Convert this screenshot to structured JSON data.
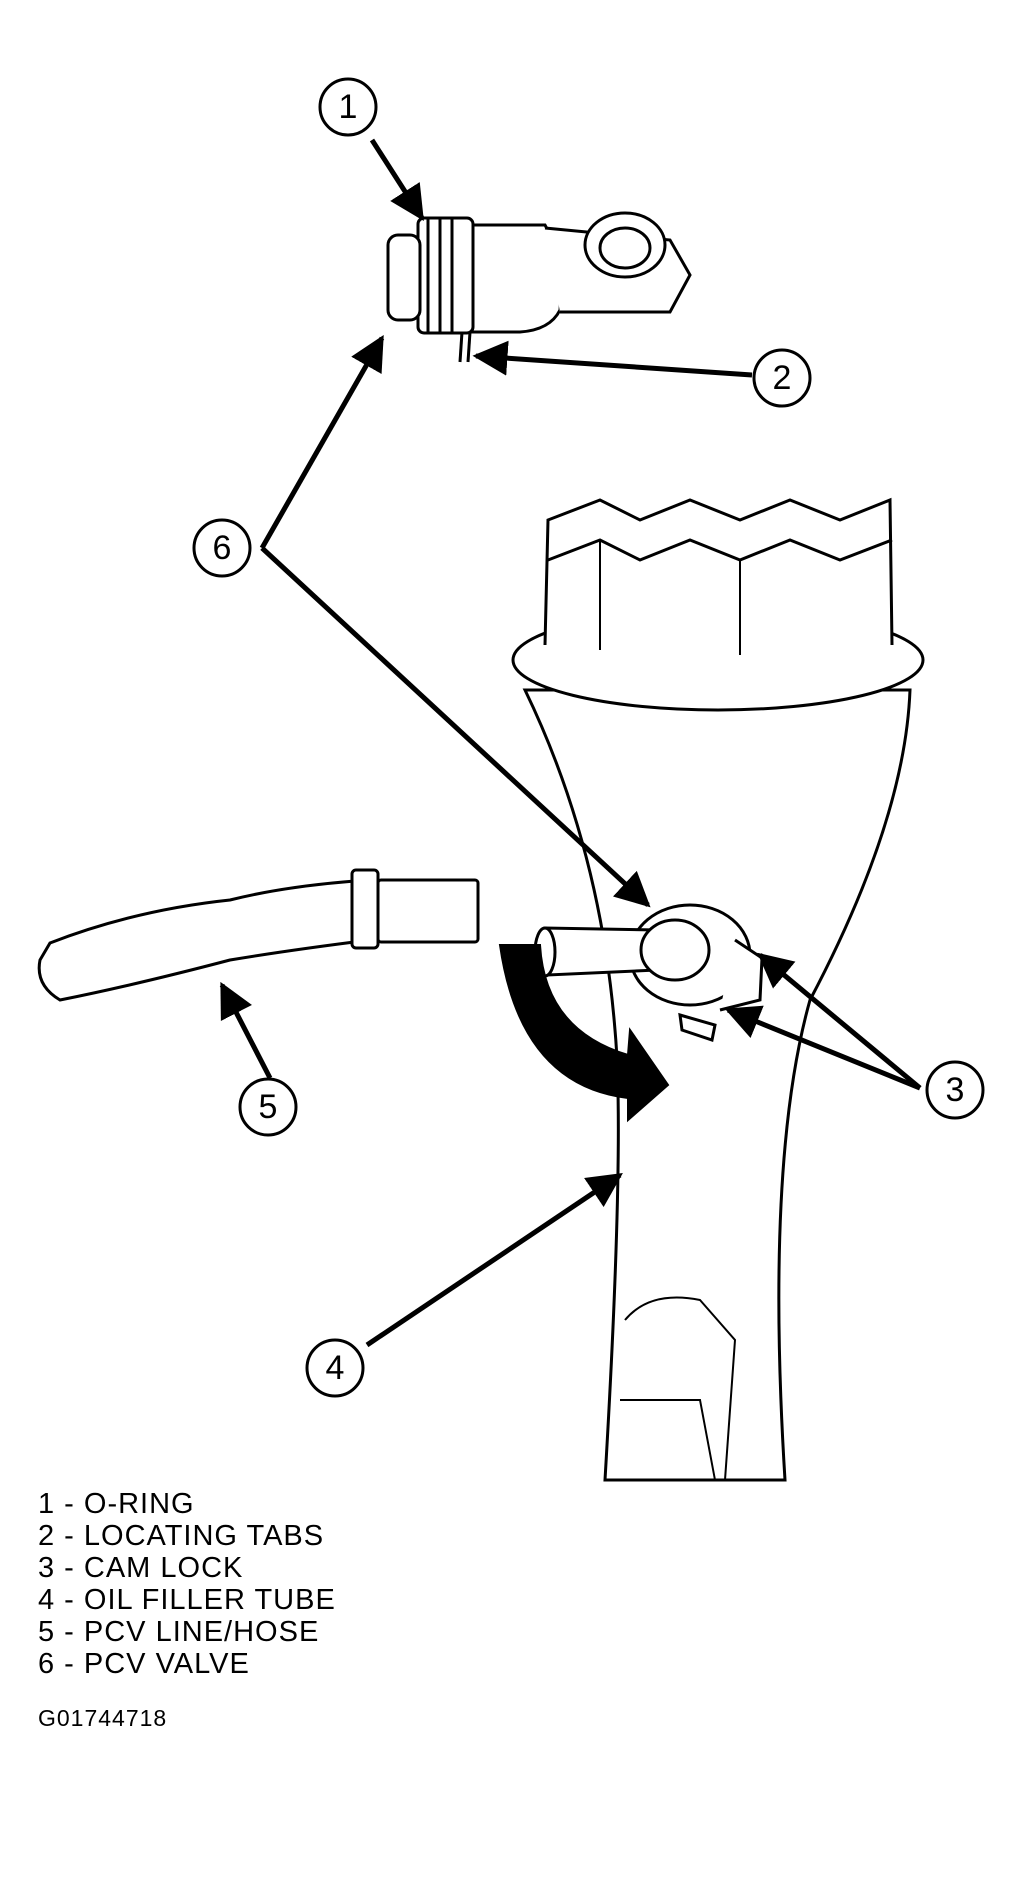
{
  "callouts": [
    "1",
    "2",
    "3",
    "4",
    "5",
    "6"
  ],
  "legend": [
    "1 - O-RING",
    "2 - LOCATING TABS",
    "3 - CAM LOCK",
    "4 - OIL FILLER TUBE",
    "5 - PCV LINE/HOSE",
    "6 - PCV VALVE"
  ],
  "figure_id": "G01744718",
  "colors": {
    "ink": "#000000",
    "paper": "#ffffff"
  }
}
